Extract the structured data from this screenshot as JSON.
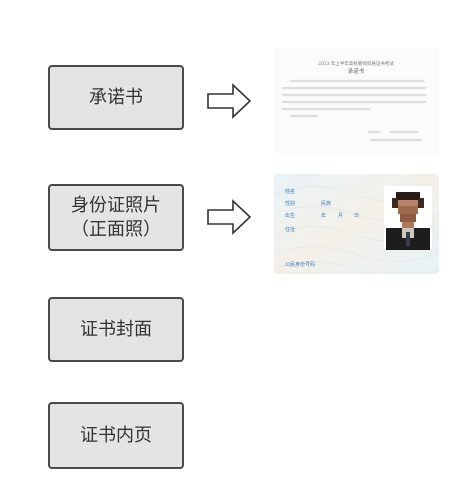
{
  "boxes": [
    {
      "label": "承诺书"
    },
    {
      "label": "身份证照片\n（正面照）"
    },
    {
      "label": "证书封面"
    },
    {
      "label": "证书内页"
    }
  ],
  "pledge_doc": {
    "heading": "2023 年上半年高校教师资格证书考试",
    "title": "承诺书"
  },
  "id_card": {
    "fields": [
      "姓名",
      "性别",
      "民族",
      "出生",
      "年",
      "月",
      "日",
      "住址"
    ],
    "id_label": "公民身份号码"
  },
  "colors": {
    "box_fill": "#e4e4e4",
    "box_border": "#4a4a4a",
    "arrow_stroke": "#333333",
    "card_text": "#3a7bbf"
  }
}
